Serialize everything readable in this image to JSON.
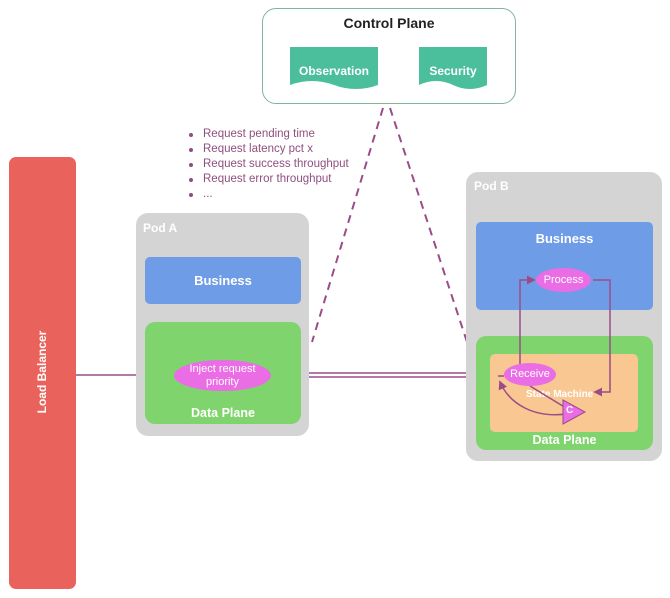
{
  "control_plane": {
    "title": "Control Plane",
    "observation_label": "Observation",
    "security_label": "Security"
  },
  "metrics": [
    "Request pending time",
    "Request latency pct x",
    "Request success throughput",
    "Request error throughput",
    "..."
  ],
  "load_balancer": {
    "label": "Load Balancer"
  },
  "pod_a": {
    "title": "Pod A",
    "business_label": "Business",
    "data_plane_label": "Data Plane",
    "inject_label_line1": "Inject request",
    "inject_label_line2": "priority"
  },
  "pod_b": {
    "title": "Pod B",
    "business_label": "Business",
    "data_plane_label": "Data Plane",
    "process_label": "Process",
    "receive_label": "Receive",
    "state_machine_label": "State Machine",
    "c_label": "C"
  },
  "colors": {
    "load_balancer": "#e9625c",
    "business": "#6e9ce6",
    "data_plane": "#7fd46e",
    "doc_shape": "#4bbf9c",
    "flow_line": "#9b4c88",
    "highlight": "#ea6de5",
    "state_machine": "#f8c792"
  }
}
